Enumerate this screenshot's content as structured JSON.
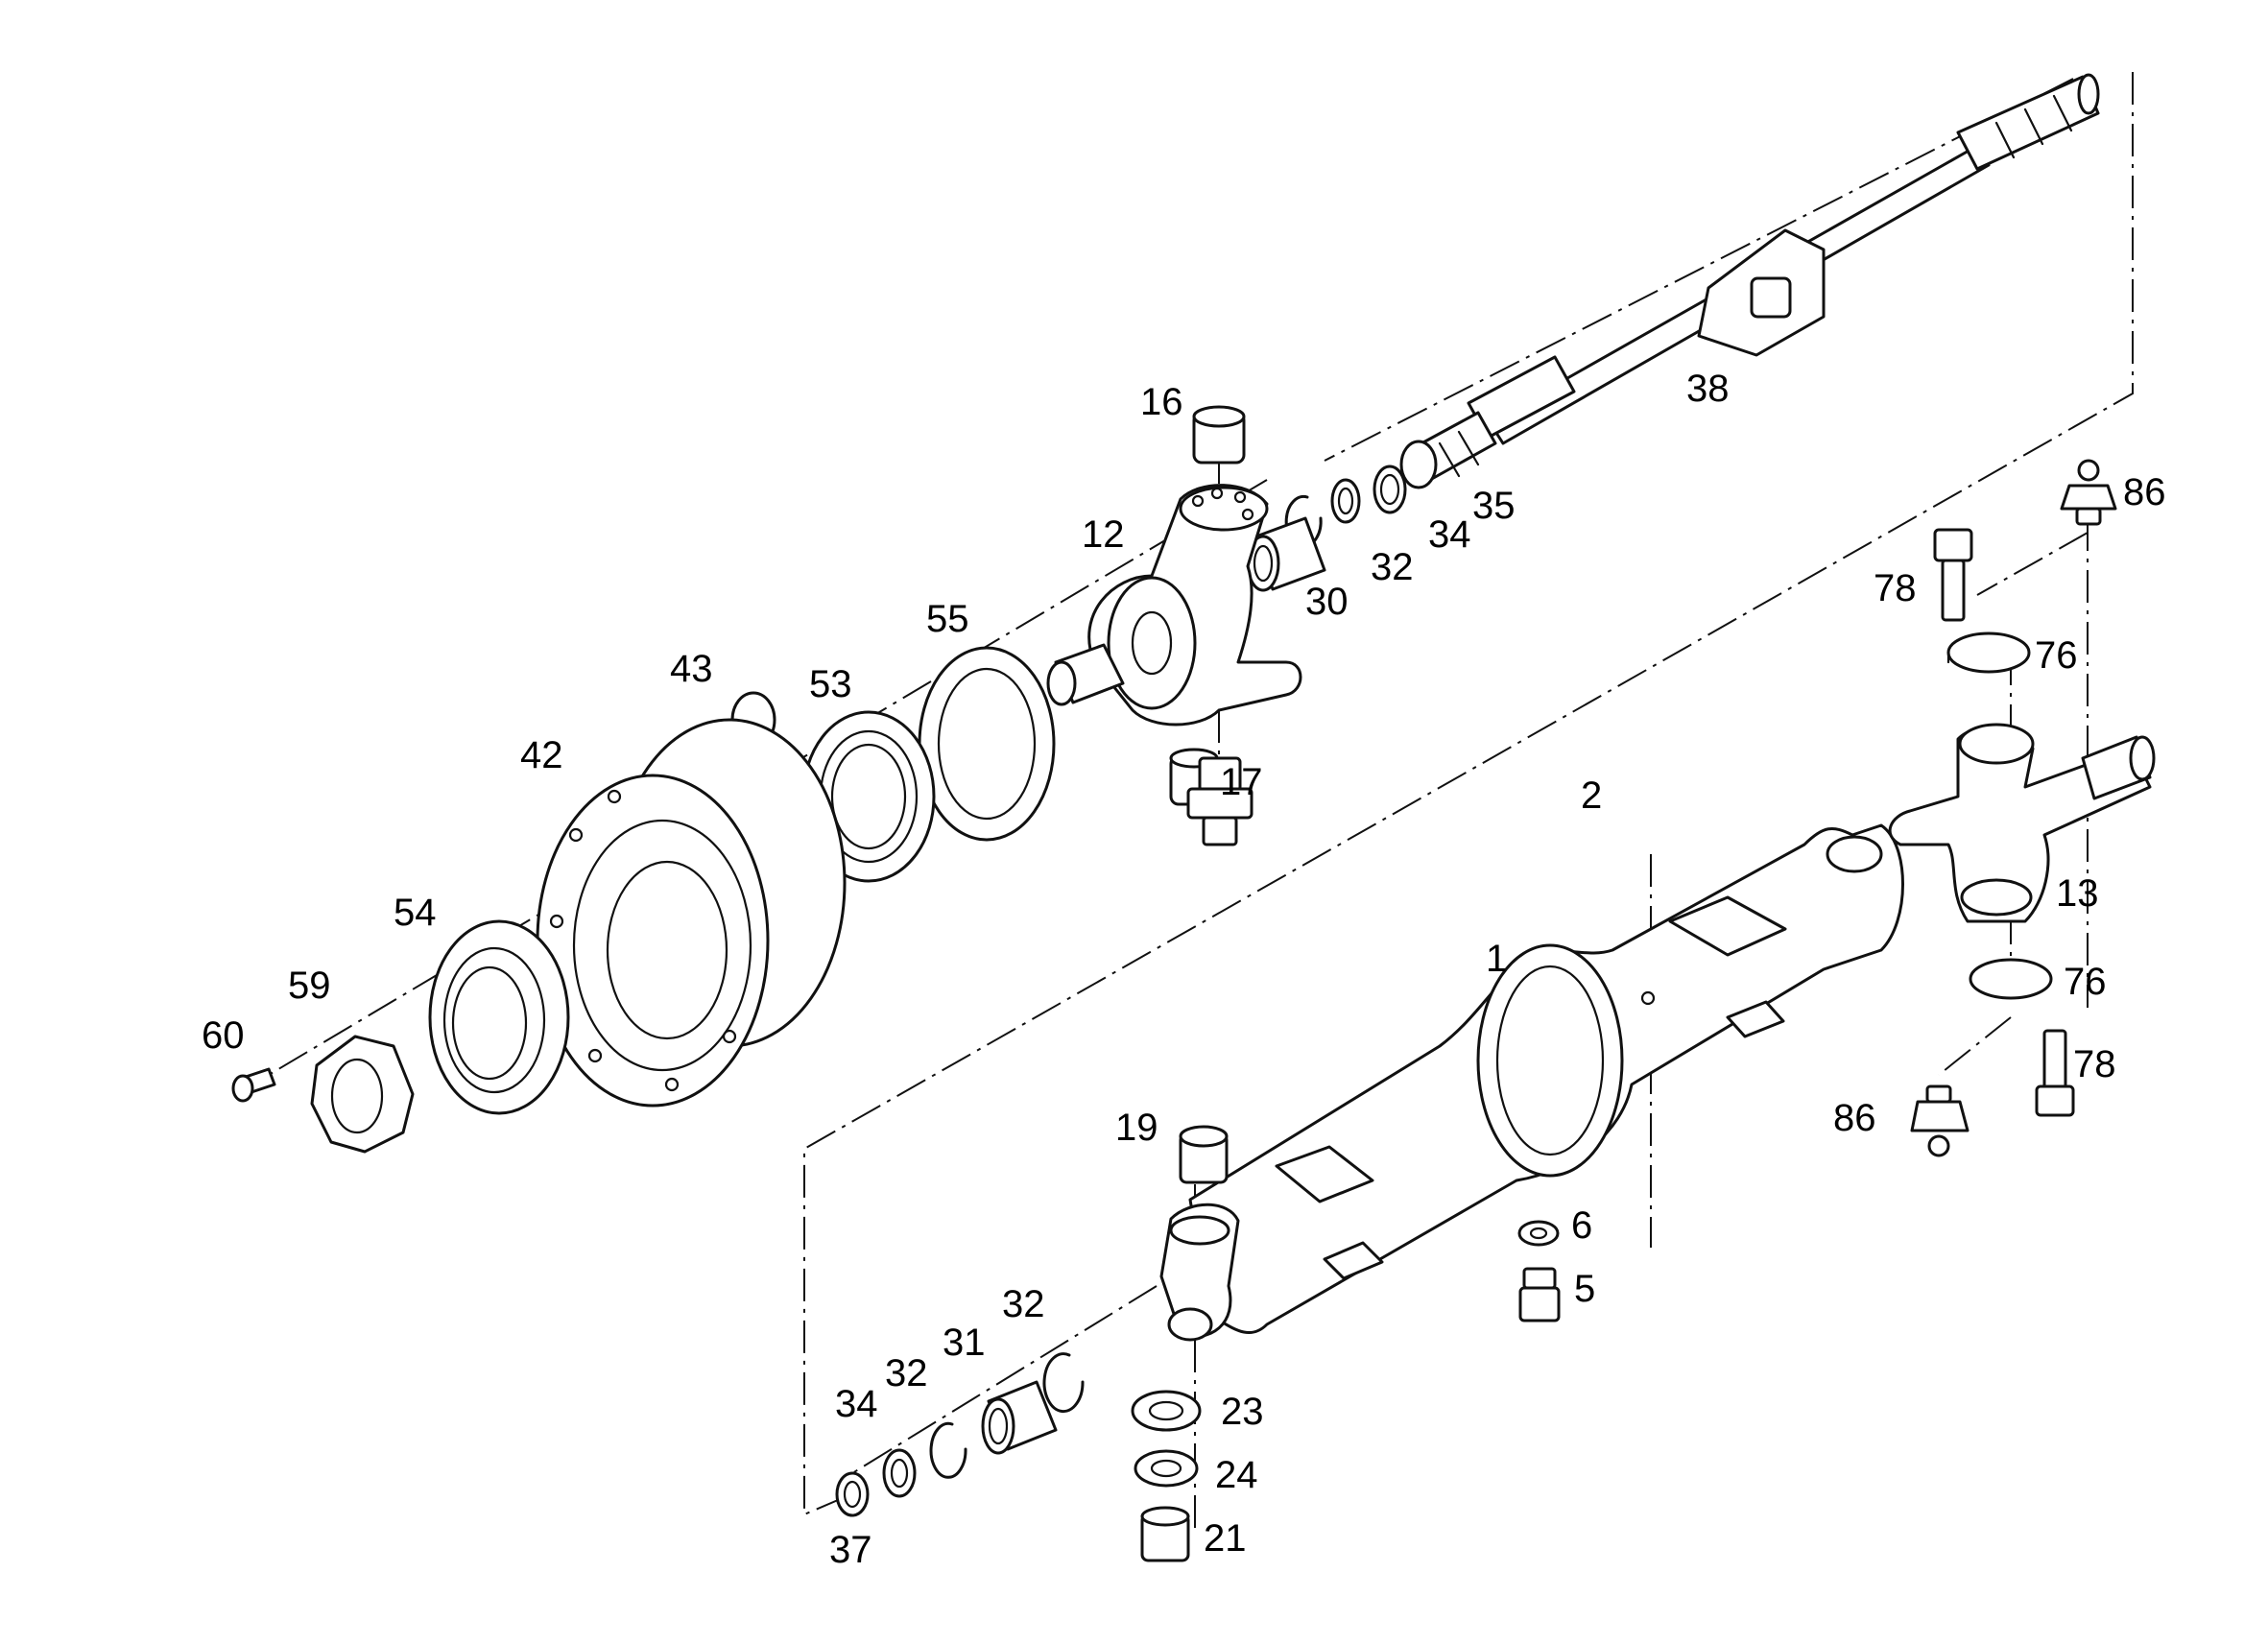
{
  "callouts": [
    "1",
    "2",
    "5",
    "6",
    "12",
    "13",
    "16",
    "17",
    "19",
    "21",
    "23",
    "24",
    "30",
    "31",
    "32",
    "32",
    "32",
    "34",
    "34",
    "35",
    "37",
    "38",
    "42",
    "43",
    "53",
    "54",
    "55",
    "59",
    "60",
    "76",
    "76",
    "78",
    "78",
    "86",
    "86"
  ],
  "colors": {
    "line": "#111111",
    "background": "#ffffff"
  }
}
